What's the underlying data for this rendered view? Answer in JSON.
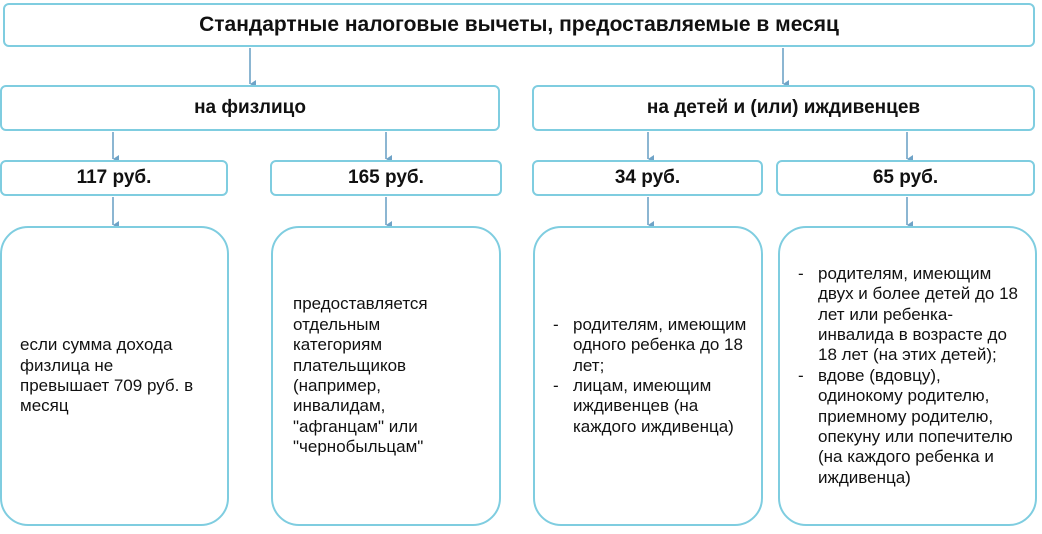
{
  "title": "Стандартные налоговые вычеты, предоставляемые в месяц",
  "groups": [
    {
      "label": "на физлицо"
    },
    {
      "label": "на детей и (или) иждивенцев"
    }
  ],
  "amounts": [
    "117 руб.",
    "165 руб.",
    "34 руб.",
    "65 руб."
  ],
  "descriptions": {
    "d117": "если сумма дохода физлица не превышает 709 руб. в месяц",
    "d165": "предоставляется отдельным категориям плательщиков (например, инвалидам, \"афганцам\" или \"чернобыльцам\"",
    "d34": [
      "родителям, имеющим одного ребенка до 18 лет;",
      "лицам, имеющим иждивенцев (на каждого иждивенца)"
    ],
    "d65": [
      "родителям, имеющим двух и более детей до 18 лет или ребенка-инвалида в возрасте до 18 лет (на этих детей);",
      "вдове (вдовцу), одинокому родителю, приемному родителю, опекуну или попечителю (на каждого ребенка и иждивенца)"
    ]
  }
}
